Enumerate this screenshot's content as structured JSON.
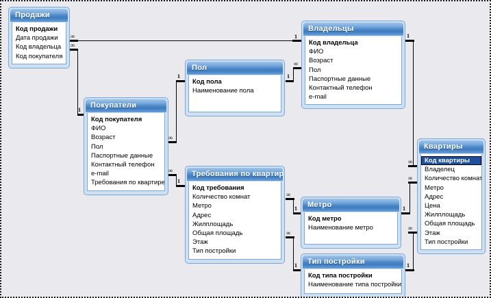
{
  "window": {
    "title": "Схема данных",
    "background_color": "#eae9ee",
    "border_style": "dotted"
  },
  "theme": {
    "header_gradient_top": "#9fc4e8",
    "header_gradient_mid": "#4d87c6",
    "table_border": "#7aa8d6",
    "table_frame_fill": "#cfe0f3",
    "field_area": "#ffffff",
    "selection_fill": "#1d4f9c",
    "selection_text": "#ffffff",
    "line_color": "#000000"
  },
  "tables": [
    {
      "id": "prodazhi",
      "title": "Продажи",
      "fields": [
        {
          "label": "Код продажи",
          "pk": true,
          "selected": false
        },
        {
          "label": "Дата продажи",
          "pk": false,
          "selected": false
        },
        {
          "label": "Код владельца",
          "pk": false,
          "selected": false
        },
        {
          "label": "Код покупателя",
          "pk": false,
          "selected": false
        }
      ]
    },
    {
      "id": "vladelcy",
      "title": "Владельцы",
      "fields": [
        {
          "label": "Код владельца",
          "pk": true,
          "selected": false
        },
        {
          "label": "ФИО",
          "pk": false,
          "selected": false
        },
        {
          "label": "Возраст",
          "pk": false,
          "selected": false
        },
        {
          "label": "Пол",
          "pk": false,
          "selected": false
        },
        {
          "label": "Паспортные данные",
          "pk": false,
          "selected": false
        },
        {
          "label": "Контактный телефон",
          "pk": false,
          "selected": false
        },
        {
          "label": "e-mail",
          "pk": false,
          "selected": false
        }
      ]
    },
    {
      "id": "pol",
      "title": "Пол",
      "fields": [
        {
          "label": "Код пола",
          "pk": true,
          "selected": false
        },
        {
          "label": "Наименование пола",
          "pk": false,
          "selected": false
        }
      ]
    },
    {
      "id": "pokupateli",
      "title": "Покупатели",
      "fields": [
        {
          "label": "Код покупателя",
          "pk": true,
          "selected": false
        },
        {
          "label": "ФИО",
          "pk": false,
          "selected": false
        },
        {
          "label": "Возраст",
          "pk": false,
          "selected": false
        },
        {
          "label": "Пол",
          "pk": false,
          "selected": false
        },
        {
          "label": "Паспортные данные",
          "pk": false,
          "selected": false
        },
        {
          "label": "Контактный телефон",
          "pk": false,
          "selected": false
        },
        {
          "label": "e-mail",
          "pk": false,
          "selected": false
        },
        {
          "label": "Требования по квартире",
          "pk": false,
          "selected": false
        }
      ]
    },
    {
      "id": "trebovaniya",
      "title": "Требования по квартире",
      "fields": [
        {
          "label": "Код требования",
          "pk": true,
          "selected": false
        },
        {
          "label": "Количество комнат",
          "pk": false,
          "selected": false
        },
        {
          "label": "Метро",
          "pk": false,
          "selected": false
        },
        {
          "label": "Адрес",
          "pk": false,
          "selected": false
        },
        {
          "label": "Жилплощадь",
          "pk": false,
          "selected": false
        },
        {
          "label": "Общая площадь",
          "pk": false,
          "selected": false
        },
        {
          "label": "Этаж",
          "pk": false,
          "selected": false
        },
        {
          "label": "Тип постройки",
          "pk": false,
          "selected": false
        }
      ]
    },
    {
      "id": "metro",
      "title": "Метро",
      "fields": [
        {
          "label": "Код метро",
          "pk": true,
          "selected": false
        },
        {
          "label": "Наименование метро",
          "pk": false,
          "selected": false
        }
      ]
    },
    {
      "id": "tip_postroyki",
      "title": "Тип постройки",
      "fields": [
        {
          "label": "Код типа постройки",
          "pk": true,
          "selected": false
        },
        {
          "label": "Наименование типа постройки",
          "pk": false,
          "selected": false
        }
      ]
    },
    {
      "id": "kvartiry",
      "title": "Квартиры",
      "fields": [
        {
          "label": "Код квартиры",
          "pk": true,
          "selected": true
        },
        {
          "label": "Владелец",
          "pk": false,
          "selected": false
        },
        {
          "label": "Количество комнат",
          "pk": false,
          "selected": false
        },
        {
          "label": "Метро",
          "pk": false,
          "selected": false
        },
        {
          "label": "Адрес",
          "pk": false,
          "selected": false
        },
        {
          "label": "Цена",
          "pk": false,
          "selected": false
        },
        {
          "label": "Жилплощадь",
          "pk": false,
          "selected": false
        },
        {
          "label": "Общая площадь",
          "pk": false,
          "selected": false
        },
        {
          "label": "Этаж",
          "pk": false,
          "selected": false
        },
        {
          "label": "Тип постройки",
          "pk": false,
          "selected": false
        }
      ]
    }
  ],
  "cardinality": {
    "one": "1",
    "many": "∞"
  },
  "relationships": [
    {
      "id": "r1",
      "from": "prodazhi",
      "from_card": "∞",
      "to": "vladelcy",
      "to_card": "1"
    },
    {
      "id": "r2",
      "from": "prodazhi",
      "from_card": "∞",
      "to": "pokupateli",
      "to_card": "1"
    },
    {
      "id": "r3",
      "from": "pokupateli",
      "from_card": "∞",
      "to": "pol",
      "to_card": "1"
    },
    {
      "id": "r4",
      "from": "pol",
      "from_card": "1",
      "to": "vladelcy",
      "to_card": "∞"
    },
    {
      "id": "r5",
      "from": "pokupateli",
      "from_card": "∞",
      "to": "trebovaniya",
      "to_card": "1"
    },
    {
      "id": "r6",
      "from": "vladelcy",
      "from_card": "1",
      "to": "kvartiry",
      "to_card": "∞"
    },
    {
      "id": "r7",
      "from": "trebovaniya",
      "from_card": "∞",
      "to": "metro",
      "to_card": "1"
    },
    {
      "id": "r8",
      "from": "trebovaniya",
      "from_card": "∞",
      "to": "tip_postroyki",
      "to_card": "1"
    },
    {
      "id": "r9",
      "from": "metro",
      "from_card": "1",
      "to": "kvartiry",
      "to_card": "∞"
    },
    {
      "id": "r10",
      "from": "tip_postroyki",
      "from_card": "1",
      "to": "kvartiry",
      "to_card": "∞"
    }
  ]
}
